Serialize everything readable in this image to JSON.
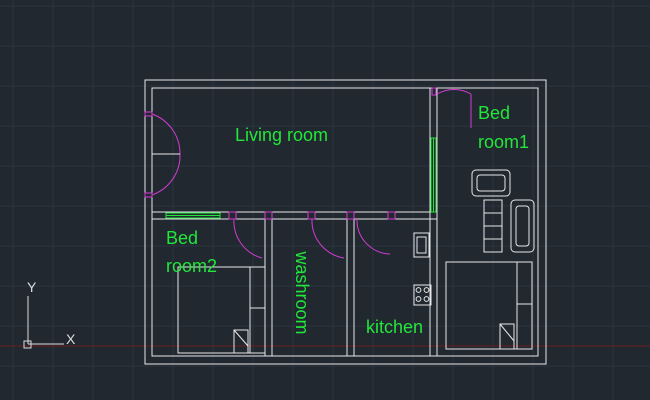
{
  "drawing": {
    "background": "#212830",
    "wall_color": "#e8e8e8",
    "door_color": "#d23cd2",
    "label_color": "#22e63a",
    "grid_color": "#2c3540",
    "axis_line_color": "#6b1e1e"
  },
  "rooms": {
    "living": "Living room",
    "bed1_line1": "Bed",
    "bed1_line2": "room1",
    "bed2_line1": "Bed",
    "bed2_line2": "room2",
    "washroom": "washroom",
    "kitchen": "kitchen"
  },
  "ucs": {
    "y": "Y",
    "x": "X"
  }
}
